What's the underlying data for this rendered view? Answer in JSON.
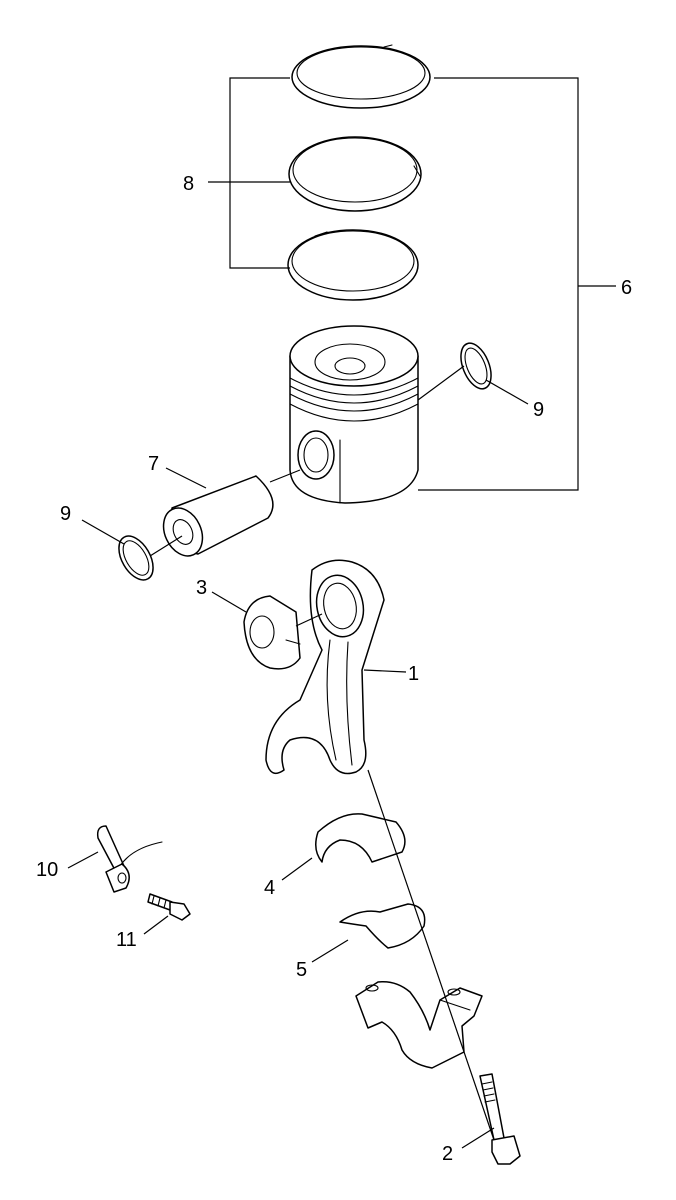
{
  "colors": {
    "line": "#000000",
    "background": "#ffffff"
  },
  "callouts": {
    "c1": "1",
    "c2": "2",
    "c3": "3",
    "c4": "4",
    "c5": "5",
    "c6": "6",
    "c7": "7",
    "c8": "8",
    "c9a": "9",
    "c9b": "9",
    "c10": "10",
    "c11": "11"
  }
}
